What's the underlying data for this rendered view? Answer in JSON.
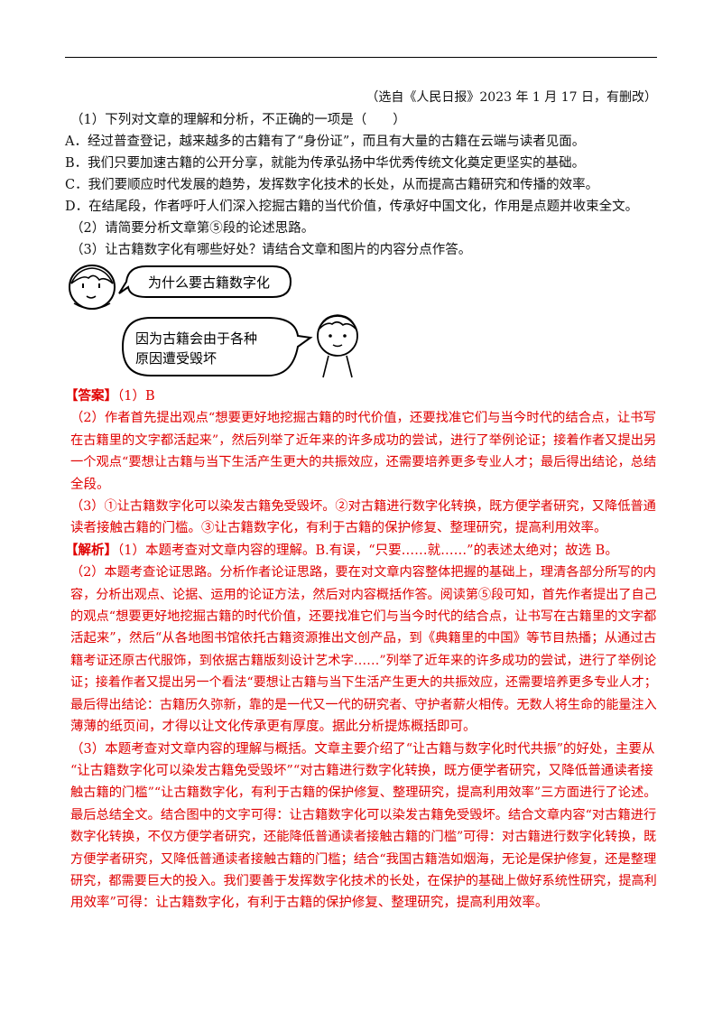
{
  "source": "（选自《人民日报》2023 年 1 月 17 日，有删改）",
  "questions": {
    "q1_stem": "（1）下列对文章的理解和分析，不正确的一项是（　　）",
    "options": [
      "A．经过普查登记，越来越多的古籍有了“身份证”，而且有大量的古籍在云端与读者见面。",
      "B．我们只要加速古籍的公开分享，就能为传承弘扬中华优秀传统文化奠定更坚实的基础。",
      "C．我们要顺应时代发展的趋势，发挥数字化技术的长处，从而提高古籍研究和传播的效率。",
      "D．在结尾段，作者呼吁人们深入挖掘古籍的当代价值，传承好中国文化，作用是点题并收束全文。"
    ],
    "q2": "（2）请简要分析文章第⑤段的论述思路。",
    "q3": "（3）让古籍数字化有哪些好处？请结合文章和图片的内容分点作答。"
  },
  "illustration": {
    "bubble1_text": "为什么要古籍数字化",
    "bubble2_line1": "因为古籍会由于各种",
    "bubble2_line2": "原因遭受毁坏",
    "girl_icon": "girl-face-icon",
    "boy_icon": "boy-figure-icon"
  },
  "answer": {
    "label": "【答案】",
    "a1": "（1）B",
    "a2_lines": [
      "（2）作者首先提出观点“想要更好地挖掘古籍的时代价值，还要找准它们与当今时代的结合点，让书写",
      "在古籍里的文字都活起来”，然后列举了近年来的许多成功的尝试，进行了举例论证；接着作者又提出另",
      "一个观点“要想让古籍与当下生活产生更大的共振效应，还需要培养更多专业人才；最后得出结论，总结",
      "全段。"
    ],
    "a3_lines": [
      "（3）①让古籍数字化可以染发古籍免受毁坏。②对古籍进行数字化转换，既方便学者研究，又降低普通",
      "读者接触古籍的门槛。③让古籍数字化，有利于古籍的保护修复、整理研究，提高利用效率。"
    ]
  },
  "analysis": {
    "label": "【解析】",
    "p1": "（1）本题考查对文章内容的理解。B.有误，“只要……就……”的表述太绝对；故选 B。",
    "p2_lines": [
      "（2）本题考查论证思路。分析作者论证思路，要在对文章内容整体把握的基础上，理清各部分所写的内",
      "容，分析出观点、论据、运用的论证方法，然后对内容概括作答。阅读第⑤段可知，首先作者提出了自己",
      "的观点“想要更好地挖掘古籍的时代价值，还要找准它们与当今时代的结合点，让书写在古籍里的文字都",
      "活起来”，然后“从各地图书馆依托古籍资源推出文创产品，到《典籍里的中国》等节目热播；从通过古",
      "籍考证还原古代服饰，到依据古籍版刻设计艺术字……”列举了近年来的许多成功的尝试，进行了举例论",
      "证；接着作者又提出另一个看法“要想让古籍与当下生活产生更大的共振效应，还需要培养更多专业人才；",
      "最后得出结论：古籍历久弥新，靠的是一代又一代的研究者、守护者薪火相传。无数人将生命的能量注入",
      "薄薄的纸页间，才得以让文化传承更有厚度。据此分析提炼概括即可。"
    ],
    "p3_lines": [
      "（3）本题考查对文章内容的理解与概括。文章主要介绍了“让古籍与数字化时代共振”的好处，主要从",
      "“让古籍数字化可以染发古籍免受毁坏”“对古籍进行数字化转换，既方便学者研究，又降低普通读者接",
      "触古籍的门槛”“让古籍数字化，有利于古籍的保护修复、整理研究，提高利用效率”三方面进行了论述。",
      "最后总结全文。结合图中的文字可得：让古籍数字化可以染发古籍免受毁坏。结合文章内容“对古籍进行",
      "数字化转换，不仅方便学者研究，还能降低普通读者接触古籍的门槛”可得：对古籍进行数字化转换，既",
      "方便学者研究，又降低普通读者接触古籍的门槛；结合“我国古籍浩如烟海，无论是保护修复，还是整理",
      "研究，都需要巨大的投入。我们要善于发挥数字化技术的长处，在保护的基础上做好系统性研究，提高利",
      "用效率”可得：让古籍数字化，有利于古籍的保护修复、整理研究，提高利用效率。"
    ]
  }
}
